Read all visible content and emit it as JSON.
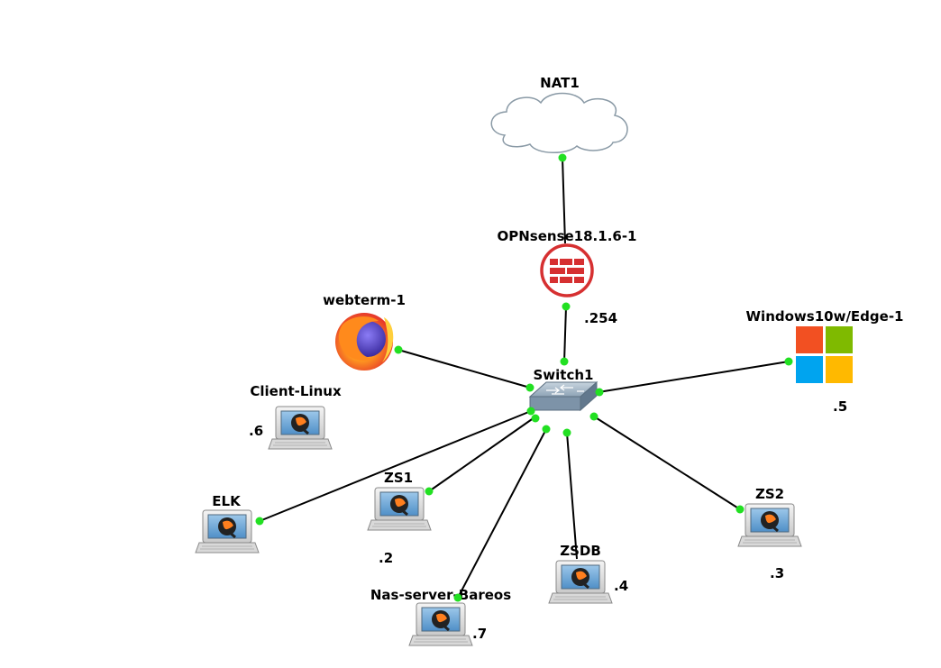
{
  "nodes": {
    "nat1": {
      "label": "NAT1",
      "icon": "cloud-icon"
    },
    "opnsense": {
      "label": "OPNsense18.1.6-1",
      "icon": "firewall-icon"
    },
    "switch1": {
      "label": "Switch1",
      "icon": "switch-icon"
    },
    "webterm": {
      "label": "webterm-1",
      "icon": "firefox-icon"
    },
    "windows": {
      "label": "Windows10w/Edge-1",
      "icon": "windows-icon"
    },
    "client_linux": {
      "label": "Client-Linux",
      "icon": "qemu-computer-icon"
    },
    "elk": {
      "label": "ELK",
      "icon": "qemu-computer-icon"
    },
    "zs1": {
      "label": "ZS1",
      "icon": "qemu-computer-icon"
    },
    "zsdb": {
      "label": "ZSDB",
      "icon": "qemu-computer-icon"
    },
    "zs2": {
      "label": "ZS2",
      "icon": "qemu-computer-icon"
    },
    "nas": {
      "label": "Nas-server-Bareos",
      "icon": "qemu-computer-icon"
    }
  },
  "ip_labels": {
    "opnsense": ".254",
    "windows": ".5",
    "client_linux": ".6",
    "zs1": ".2",
    "zsdb": ".4",
    "zs2": ".3",
    "nas": ".7"
  },
  "colors": {
    "port": "#22e022",
    "link": "#000000",
    "firewall": "#d63031",
    "win_red": "#f25022",
    "win_green": "#7fba00",
    "win_blue": "#00a4ef",
    "win_yellow": "#ffb900"
  }
}
